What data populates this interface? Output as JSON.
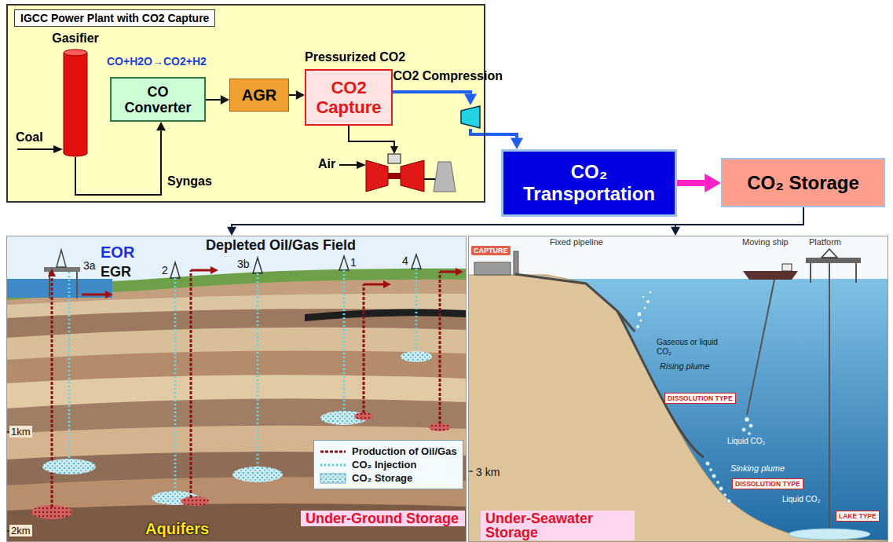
{
  "diagram": {
    "nodes": [
      {
        "text": [
          "IGCC Power Plant with CO2 Capture"
        ]
      },
      {
        "text": [
          "Gasifier"
        ],
        "in": 0
      },
      {
        "text": [
          "CO Converter"
        ],
        "in": 0
      },
      {
        "text": [
          "AGR"
        ],
        "in": 0
      },
      {
        "text": [
          "CO2 Capture"
        ],
        "in": 0
      },
      {
        "text": [
          "CO2 Compression"
        ],
        "in": 0
      },
      {
        "text": [
          "CO₂ Transportation"
        ]
      },
      {
        "text": [
          "CO₂ Storage"
        ]
      },
      {
        "text": [
          "Under-Ground Storage"
        ]
      },
      {
        "text": [
          "Under-Seawater Storage"
        ]
      }
    ],
    "edges": [
      {
        "from": 1,
        "to": 2,
        "arrow": "to",
        "label": "Syngas"
      },
      {
        "from": 2,
        "to": 3,
        "arrow": "to"
      },
      {
        "from": 3,
        "to": 4,
        "arrow": "to"
      },
      {
        "from": 4,
        "to": 5,
        "arrow": "to"
      },
      {
        "from": 5,
        "to": 6,
        "arrow": "to"
      },
      {
        "from": 6,
        "to": 7,
        "arrow": "to"
      },
      {
        "from": 7,
        "to": 8,
        "arrow": "to"
      },
      {
        "from": 7,
        "to": 9,
        "arrow": "to"
      }
    ],
    "labels": [
      "CO+H2O→CO2+H2",
      "Pressurized CO2",
      "Coal",
      "Air",
      "EOR",
      "EGR",
      "Depleted Oil/Gas Field",
      "3a",
      "2",
      "3b",
      "1",
      "4",
      "1km",
      "2km",
      "Aquifers",
      "Fixed pipeline",
      "Moving ship",
      "Platform",
      "CAPTURE",
      "Gaseous or liquid CO₂",
      "Rising plume",
      "DISSOLUTION TYPE",
      "Liquid CO₂",
      "3 km",
      "Sinking plume",
      "DISSOLUTION TYPE",
      "Liquid CO₂",
      "LAKE TYPE"
    ],
    "legend": [
      {
        "text": "Production of Oil/Gas"
      },
      {
        "text": "CO₂ Injection"
      },
      {
        "text": "CO₂ Storage"
      }
    ]
  }
}
